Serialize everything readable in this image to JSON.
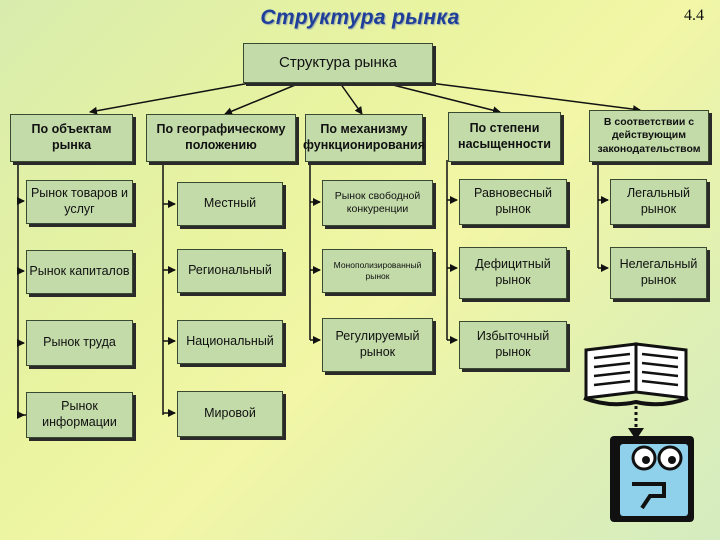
{
  "slide_number": "4.4",
  "title": "Структура рынка",
  "root_label": "Структура рынка",
  "columns": [
    {
      "header": "По объектам рынка",
      "items": [
        "Рынок товаров и услуг",
        "Рынок капиталов",
        "Рынок труда",
        "Рынок информации"
      ]
    },
    {
      "header": "По географическому положению",
      "items": [
        "Местный",
        "Региональный",
        "Национальный",
        "Мировой"
      ]
    },
    {
      "header": "По механизму функционирования",
      "items": [
        "Рынок свободной конкуренции",
        "Монополизированный рынок",
        "Регулируемый рынок"
      ]
    },
    {
      "header": "По степени насыщенности",
      "items": [
        "Равновесный рынок",
        "Дефицитный рынок",
        "Избыточный рынок"
      ]
    },
    {
      "header": "В соответствии с действующим законодательством",
      "items": [
        "Легальный рынок",
        "Нелегальный рынок"
      ]
    }
  ],
  "icons": [
    "open-book-icon",
    "computer-monitor-icon"
  ]
}
